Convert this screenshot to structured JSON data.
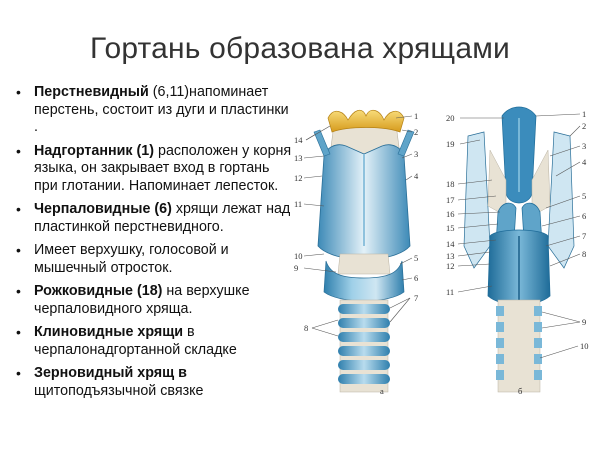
{
  "title": "Гортань образована хрящами",
  "bullets": [
    {
      "bold": "Перстневидный",
      "text": " (6,11)напоминает перстень, состоит из дуги и пластинки ."
    },
    {
      "bold": " Надгортанник (1)",
      "text": " расположен у корня языка, он закрывает вход в гортань при глотании. Напоминает лепесток."
    },
    {
      "bold": "Черпаловидные (6)",
      "text": " хрящи лежат над пластинкой перстневидного."
    },
    {
      "bold": "",
      "text": "Имеет верхушку, голосовой и мышечный отросток."
    },
    {
      "bold": "Рожковидные (18)",
      "text": " на верхушке черпаловидного хряща."
    },
    {
      "bold": "Клиновидные хрящи",
      "text": " в черпалонадгортанной складке"
    },
    {
      "bold": "Зерновидный хрящ в",
      "text": " щитоподъязычной связке"
    }
  ],
  "figure": {
    "panel_a_label": "а",
    "panel_b_label": "б",
    "labels_a": {
      "l1": "1",
      "l2": "2",
      "l3": "3",
      "l4": "4",
      "l5": "5",
      "l6": "6",
      "l7": "7",
      "l8": "8",
      "l9": "9",
      "l10": "10",
      "l11": "11",
      "l12": "12",
      "l13": "13",
      "l14": "14"
    },
    "labels_b": {
      "l1": "1",
      "l2": "2",
      "l3": "3",
      "l4": "4",
      "l5": "5",
      "l6": "6",
      "l7": "7",
      "l8": "8",
      "l9": "9",
      "l10": "10",
      "l11": "11",
      "l12": "12",
      "l13": "13",
      "l14": "14",
      "l15": "15",
      "l16": "16",
      "l17": "17",
      "l18": "18",
      "l19": "19",
      "l20": "20"
    }
  },
  "colors": {
    "cartilage_light": "#cfe6f2",
    "cartilage_mid": "#7ab8d8",
    "cartilage_dark": "#2f7fad",
    "membrane": "#e8e2d4",
    "hyoid": "#f3c64a",
    "hyoid_dark": "#d69a1c"
  }
}
